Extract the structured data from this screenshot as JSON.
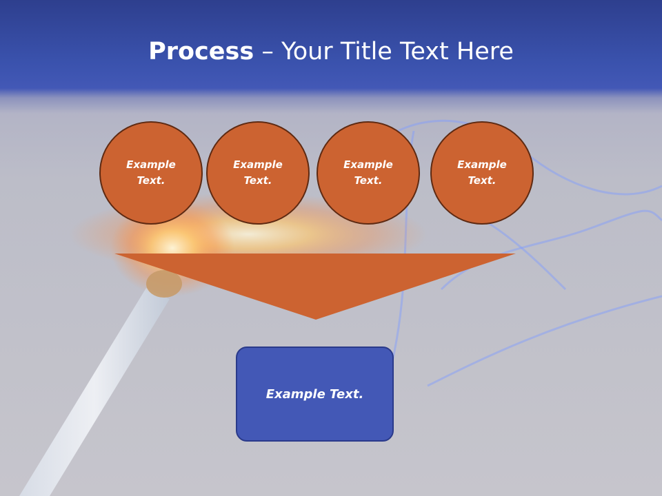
{
  "title": {
    "bold": "Process",
    "dash": "–",
    "rest": "Your Title Text Here"
  },
  "circles": [
    {
      "line1": "Example",
      "line2": "Text."
    },
    {
      "line1": "Example",
      "line2": "Text."
    },
    {
      "line1": "Example",
      "line2": "Text."
    },
    {
      "line1": "Example",
      "line2": "Text."
    }
  ],
  "result": {
    "label": "Example Text."
  },
  "colors": {
    "header": "#3a52ad",
    "circle_fill": "#cc6331",
    "circle_border": "#5e2a12",
    "funnel": "#cc6331",
    "box_fill": "#4358b6"
  }
}
